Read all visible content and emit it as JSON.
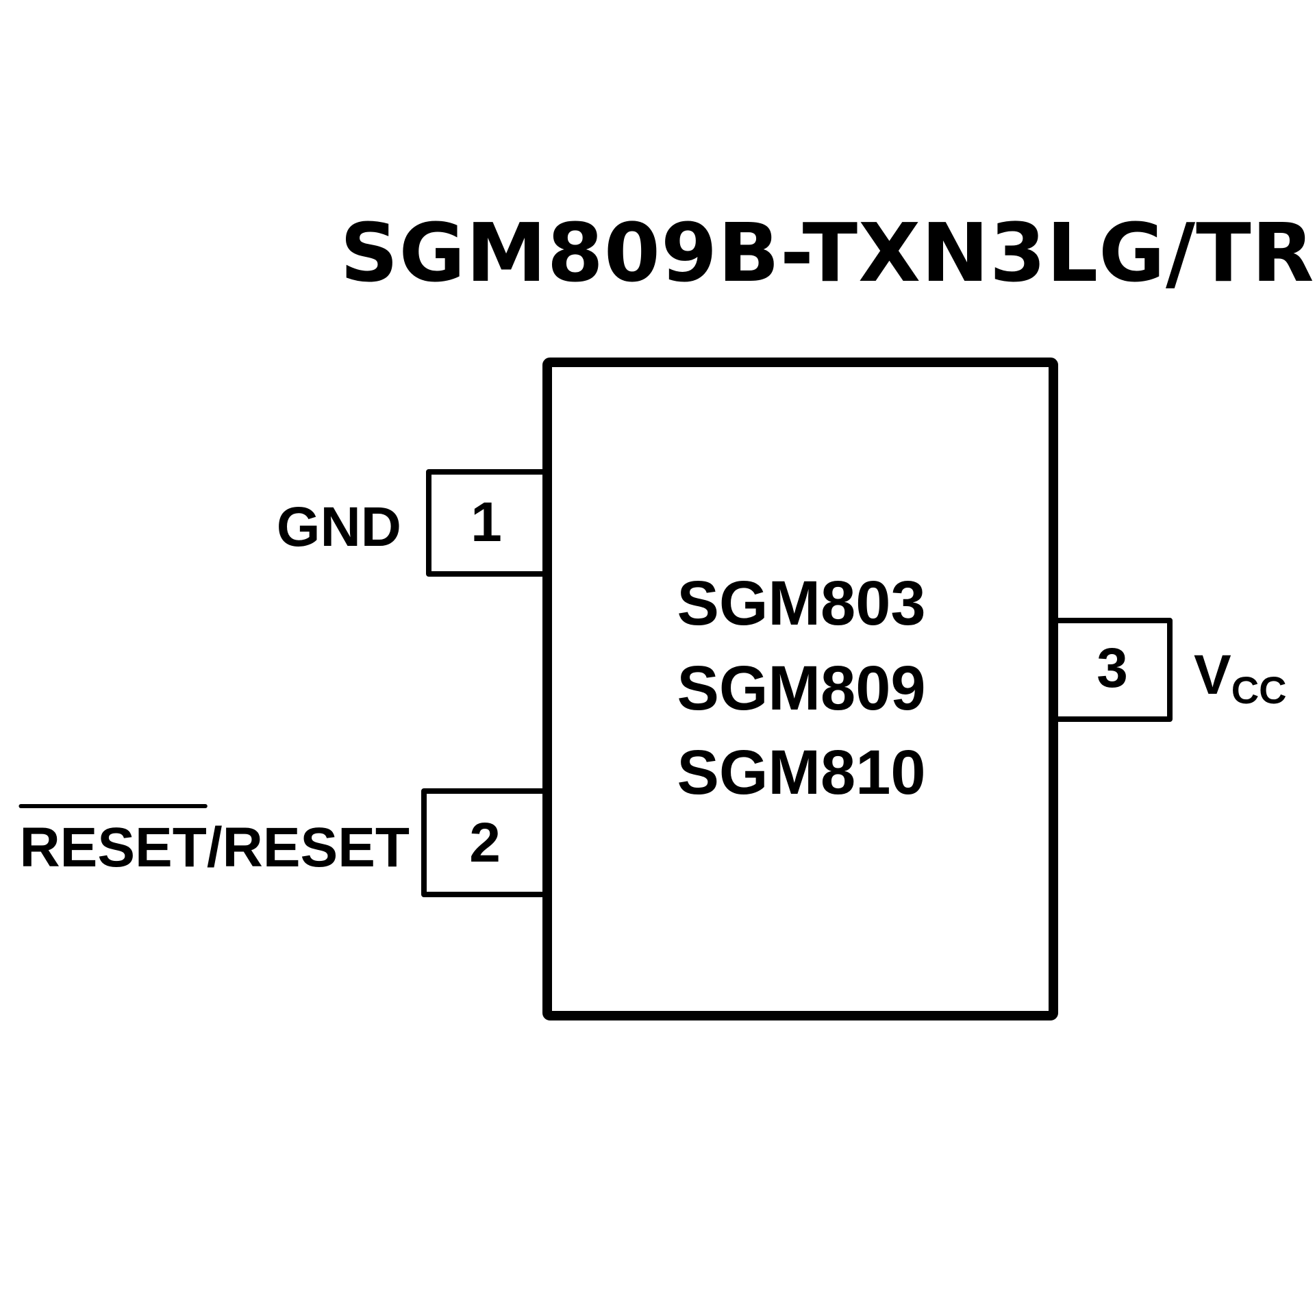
{
  "diagram": {
    "type": "ic-pinout",
    "title": "SGM809B-TXN3LG/TR",
    "package_body": {
      "part_lines": [
        "SGM803",
        "SGM809",
        "SGM810"
      ]
    },
    "pins": [
      {
        "number": "1",
        "name": "GND",
        "side": "left"
      },
      {
        "number": "2",
        "name": "RESET/RESET",
        "name_overbar_part": "RESET",
        "name_rest": "/RESET",
        "side": "left"
      },
      {
        "number": "3",
        "name_main": "V",
        "name_sub": "CC",
        "side": "right"
      }
    ],
    "colors": {
      "stroke": "#000000",
      "background": "#ffffff"
    }
  }
}
